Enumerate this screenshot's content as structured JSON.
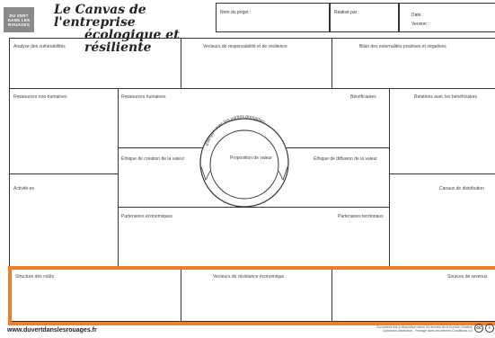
{
  "logo": {
    "line1": "DU VERT",
    "line2": "DANS LES",
    "line3": "ROUAGES"
  },
  "title": {
    "line1": "Le Canvas de l'entreprise",
    "line2": "écologique et résiliente"
  },
  "header_fields": {
    "project": "Nom du projet :",
    "author": "Réalisé par :",
    "date": "Date :",
    "version": "Version :"
  },
  "sections": {
    "vulnerabilities": "Analyse des vulnérabilités",
    "responsibility": "Vecteurs de responsabilité et de résilience",
    "externalities": "Bilan des externalités positives et négatives",
    "non_human_resources": "Ressources non-humaines",
    "human_resources": "Ressources humaines",
    "beneficiaries": "Bénéficiaires",
    "beneficiary_relations": "Relations avec les bénéficiaires",
    "creation_ethics": "Éthique de création de la valeur",
    "value_proposition": "Proposition de valeur",
    "diffusion_ethics": "Éthique de diffusion de la valeur",
    "dialogue": "dialogue avec les parties prenantes",
    "activities": "Activité·es",
    "distribution_channels": "Canaux de distribution",
    "economic_partners": "Partenaires économiques",
    "territorial_partners": "Partenaires territoriaux",
    "cost_structure": "Structure des coûts",
    "economic_resistance": "Vecteurs de résistance économique",
    "revenue_sources": "Sources de revenus"
  },
  "footer": {
    "url": "www.duvertdanslesrouages.fr",
    "license_line1": "Document mis à disposition selon les termes de la licence Creative",
    "license_line2": "Commons Attribution - Partage dans les mêmes Conditions 4.0",
    "cc_icon": "cc",
    "by_icon": "i",
    "sa_icon": "©"
  },
  "colors": {
    "highlight": "#f07f2d",
    "logo_bg": "#8a8a8a",
    "line": "#333333"
  }
}
